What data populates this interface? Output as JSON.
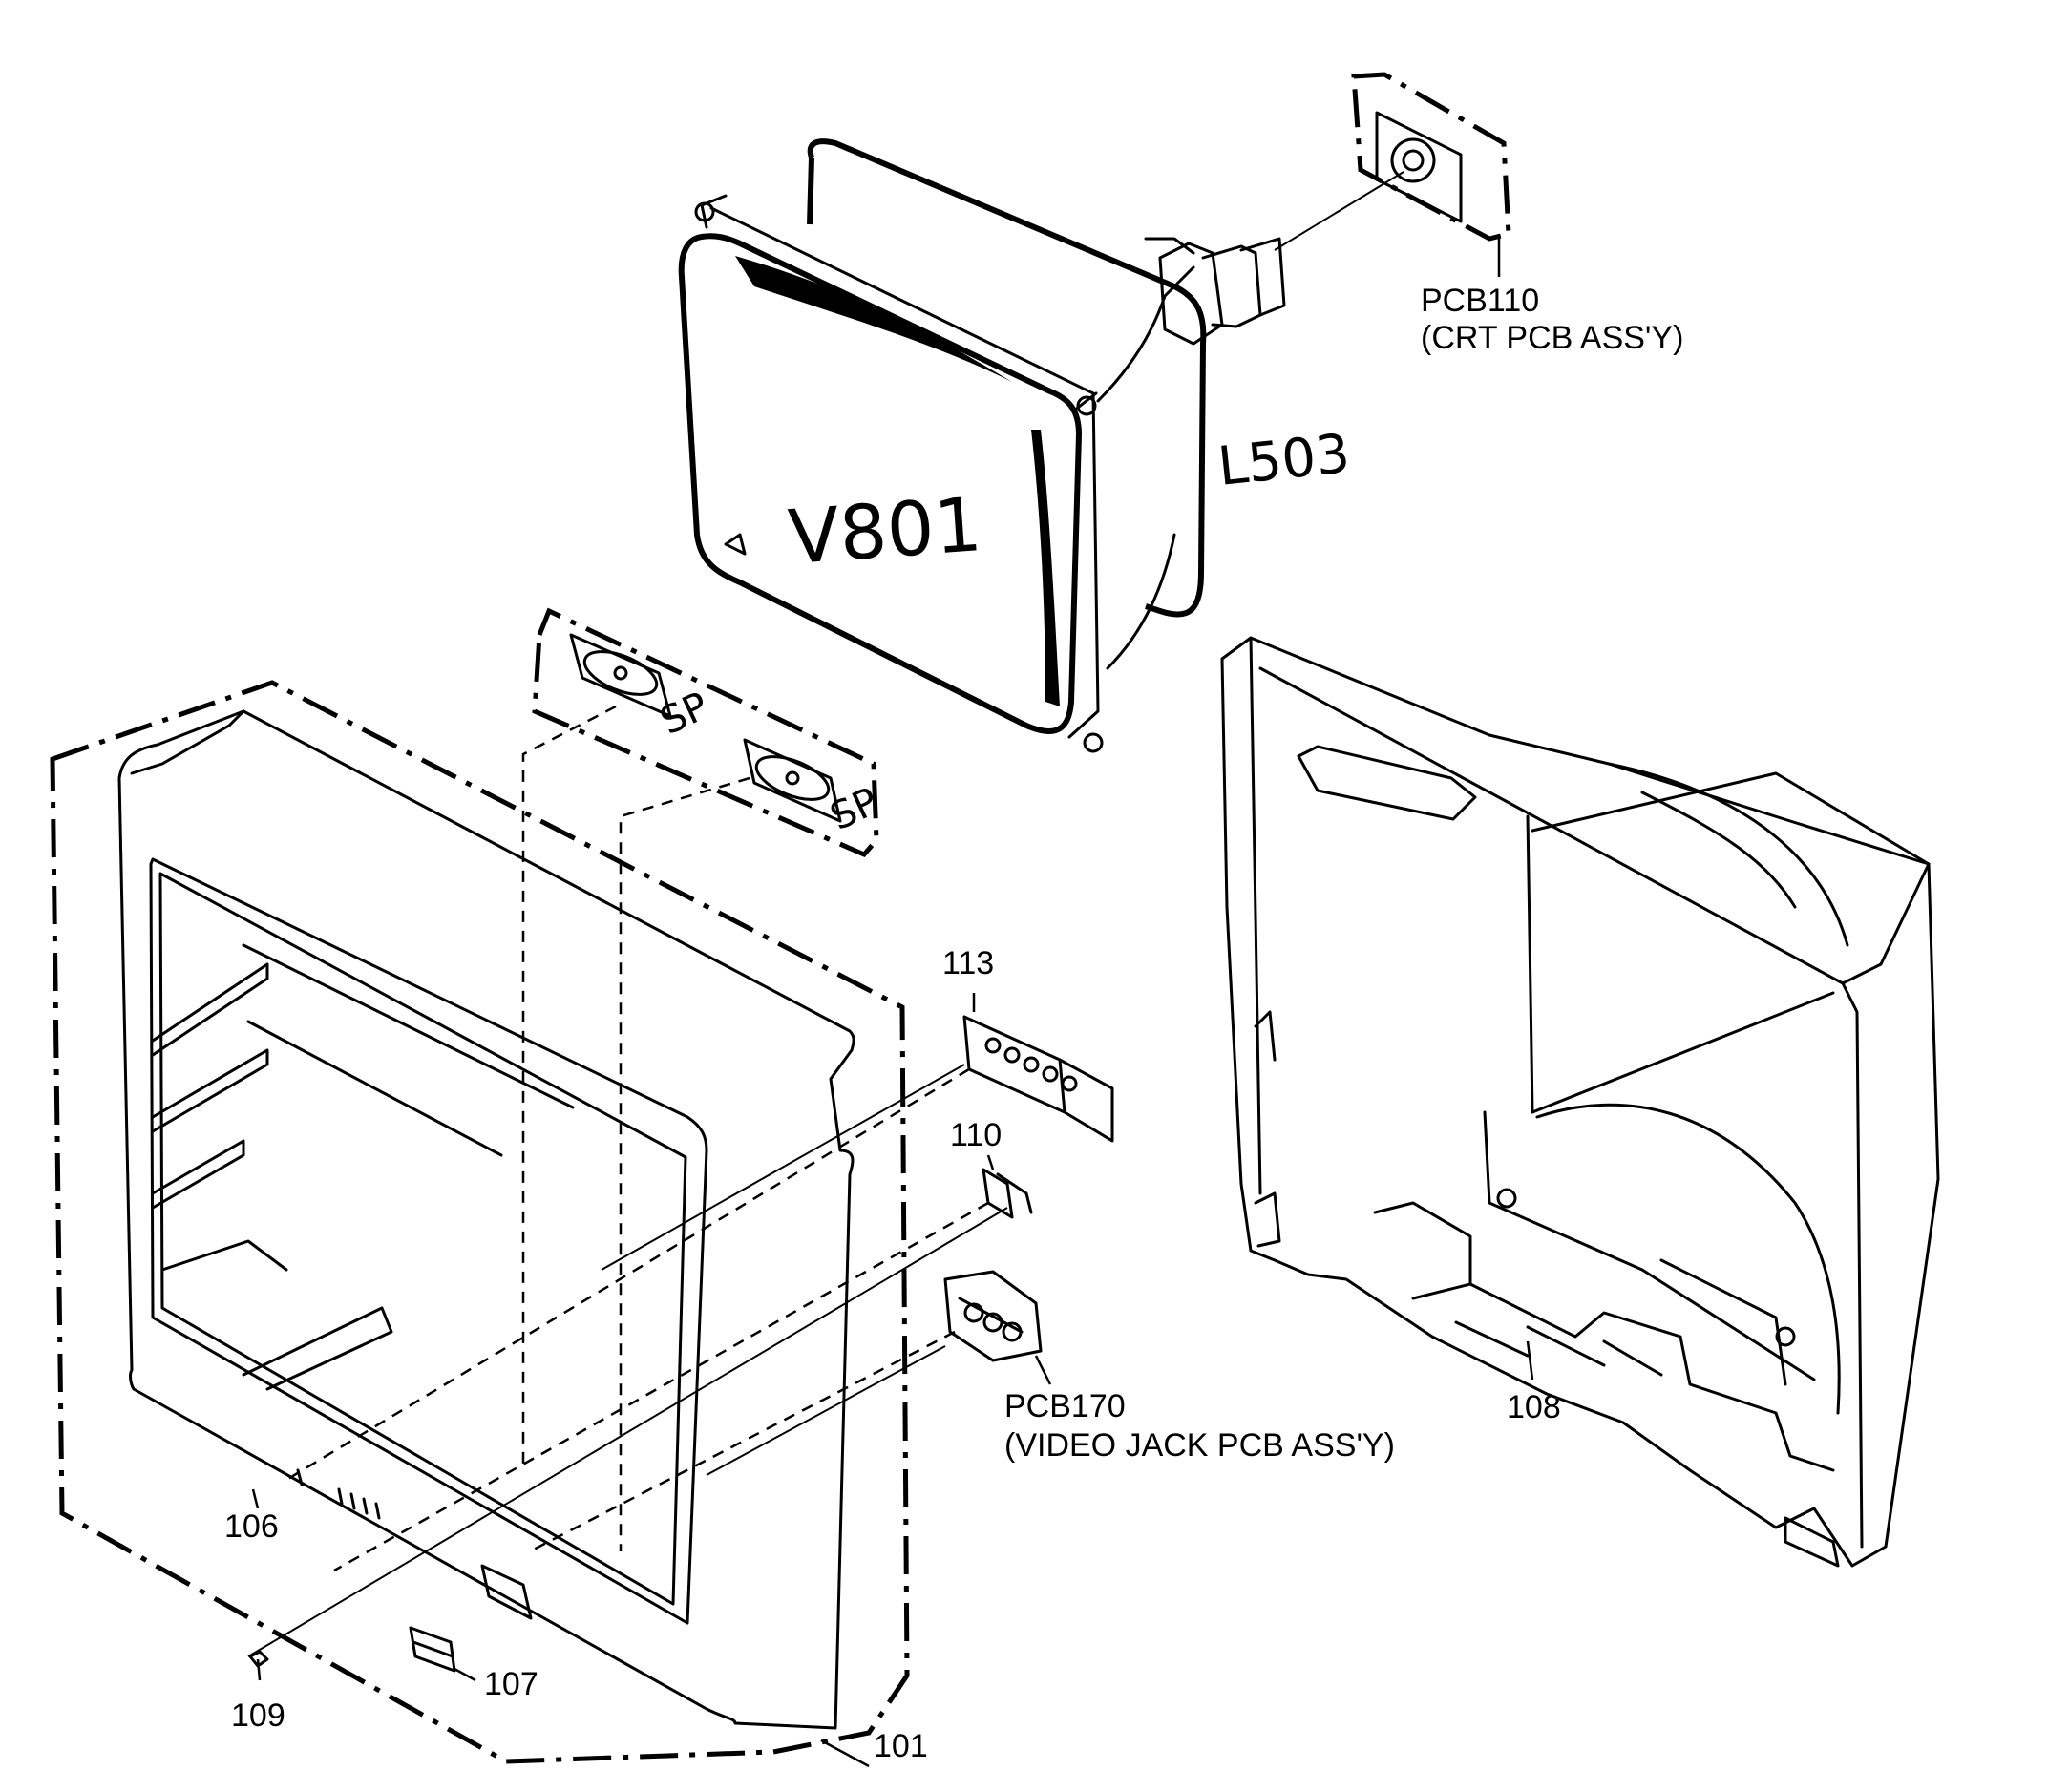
{
  "labels": {
    "pcb110": "PCB110",
    "pcb110_desc": "(CRT PCB ASS'Y)",
    "pcb170": "PCB170",
    "pcb170_desc": "(VIDEO JACK PCB ASS'Y)",
    "v801": "V801",
    "l503": "L503",
    "sp_left": "SP",
    "sp_right": "SP",
    "p101": "101",
    "p106": "106",
    "p107": "107",
    "p108": "108",
    "p109": "109",
    "p110": "110",
    "p113": "113"
  }
}
